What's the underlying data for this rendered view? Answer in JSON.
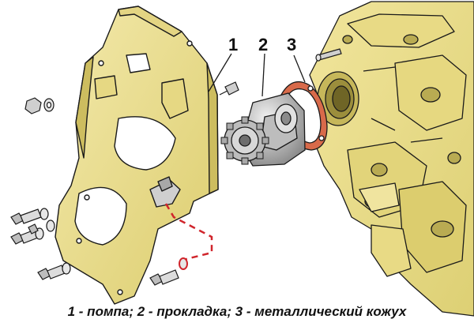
{
  "figure": {
    "callouts": [
      {
        "number": "1"
      },
      {
        "number": "2"
      },
      {
        "number": "3"
      }
    ],
    "caption": "1 - помпа; 2 - прокладка; 3 - металлический кожух"
  },
  "colors": {
    "part_fill": "#efe39a",
    "part_shade": "#d7c866",
    "outline": "#1a1a1a",
    "metal": "#cfcfcf",
    "metal_dark": "#7e7e7e",
    "gasket": "#d86a4a",
    "leader_dashed": "#d0252c"
  }
}
